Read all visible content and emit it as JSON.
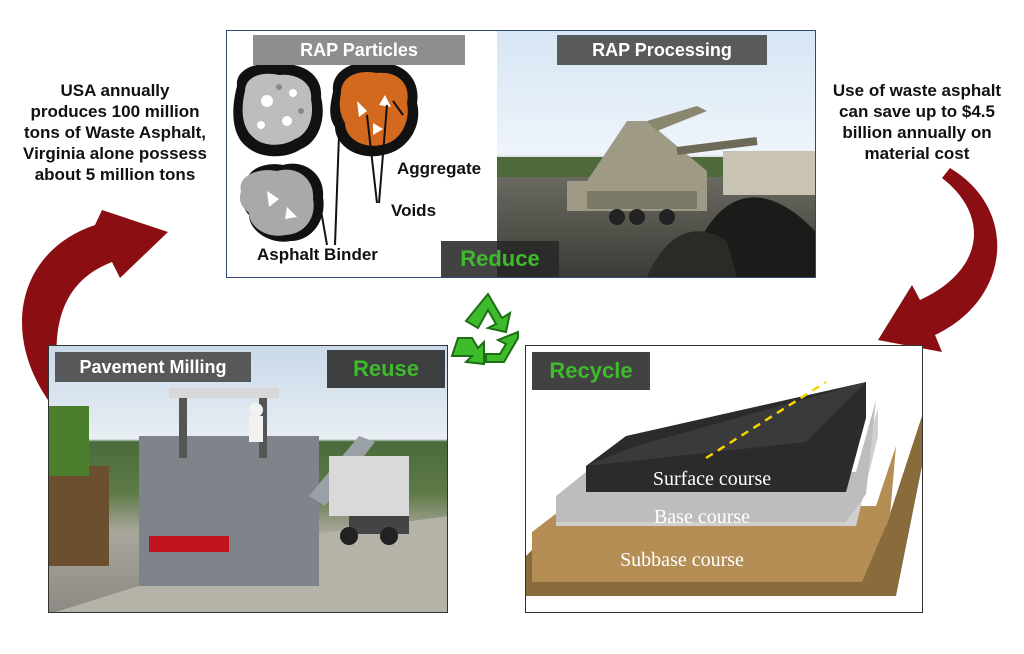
{
  "left_note": {
    "line1": "USA annually",
    "line2": "produces 100 million",
    "line3": "tons of Waste Asphalt,",
    "line4": "Virginia alone possess",
    "line5": "about 5 million tons"
  },
  "right_note": {
    "line1": "Use of waste asphalt",
    "line2": "can save up to $4.5",
    "line3": "billion annually on",
    "line4": "material cost"
  },
  "top_panel": {
    "particles_title": "RAP Particles",
    "processing_title": "RAP Processing",
    "aggregate_label": "Aggregate",
    "voids_label": "Voids",
    "binder_label": "Asphalt Binder",
    "reduce_label": "Reduce"
  },
  "milling_panel": {
    "title": "Pavement Milling",
    "reuse_label": "Reuse"
  },
  "layers_panel": {
    "recycle_label": "Recycle",
    "surface": "Surface course",
    "base": "Base course",
    "subbase": "Subbase course"
  },
  "colors": {
    "arrow_red": "#8b0f12",
    "recycle_green": "#3dbb2b",
    "aggregate_orange": "#d2691e"
  },
  "icons": [
    "recycle-icon",
    "curved-arrow-icon"
  ]
}
